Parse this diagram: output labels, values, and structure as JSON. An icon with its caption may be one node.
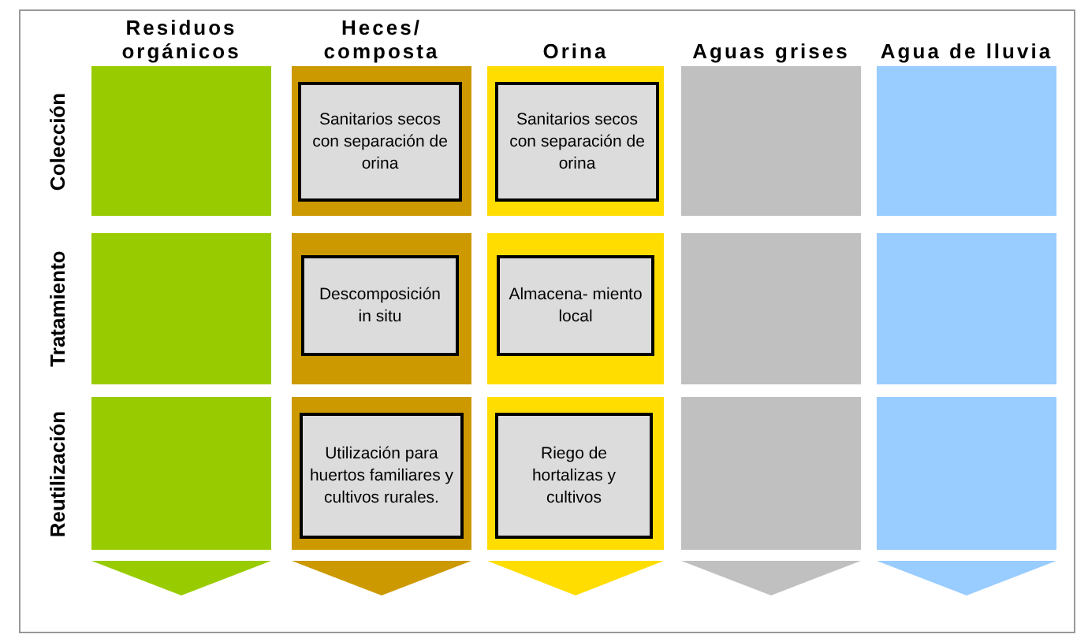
{
  "diagram": {
    "nodes": [
      {
        "text": [],
        "shape": "box"
      },
      {
        "text": [],
        "shape": "box"
      },
      {
        "text": [
          "Sanitarios secos con separación de orina"
        ],
        "in": 1
      },
      {
        "text": [],
        "shape": "box"
      },
      {
        "text": [
          "Sanitarios secos con separación de orina"
        ],
        "in": 3
      },
      {
        "text": [],
        "shape": "box"
      },
      {
        "text": [],
        "shape": "box"
      },
      {
        "text": [],
        "shape": "box"
      },
      {
        "text": [],
        "shape": "box"
      },
      {
        "text": [
          "Descomposición in situ"
        ],
        "in": 8
      },
      {
        "text": [],
        "shape": "box"
      },
      {
        "text": [
          "Almacena- miento local"
        ],
        "in": 10
      },
      {
        "text": [],
        "shape": "box"
      },
      {
        "text": [],
        "shape": "box"
      },
      {
        "text": [],
        "shape": "box"
      },
      {
        "text": [],
        "shape": "box"
      },
      {
        "text": [
          "Utilización para huertos familiares y cultivos rurales."
        ],
        "in": 15
      },
      {
        "text": [],
        "shape": "box"
      },
      {
        "text": [
          "Riego de hortalizas y cultivos"
        ],
        "in": 17
      },
      {
        "text": [],
        "shape": "box"
      },
      {
        "text": [],
        "shape": "box"
      }
    ],
    "edges": [],
    "labels": [
      "Residuos orgánicos",
      "Heces/ composta",
      "Orina",
      "Aguas grises",
      "Agua de lluvia",
      "Colección",
      "Tratamiento",
      "Reutilización"
    ]
  }
}
